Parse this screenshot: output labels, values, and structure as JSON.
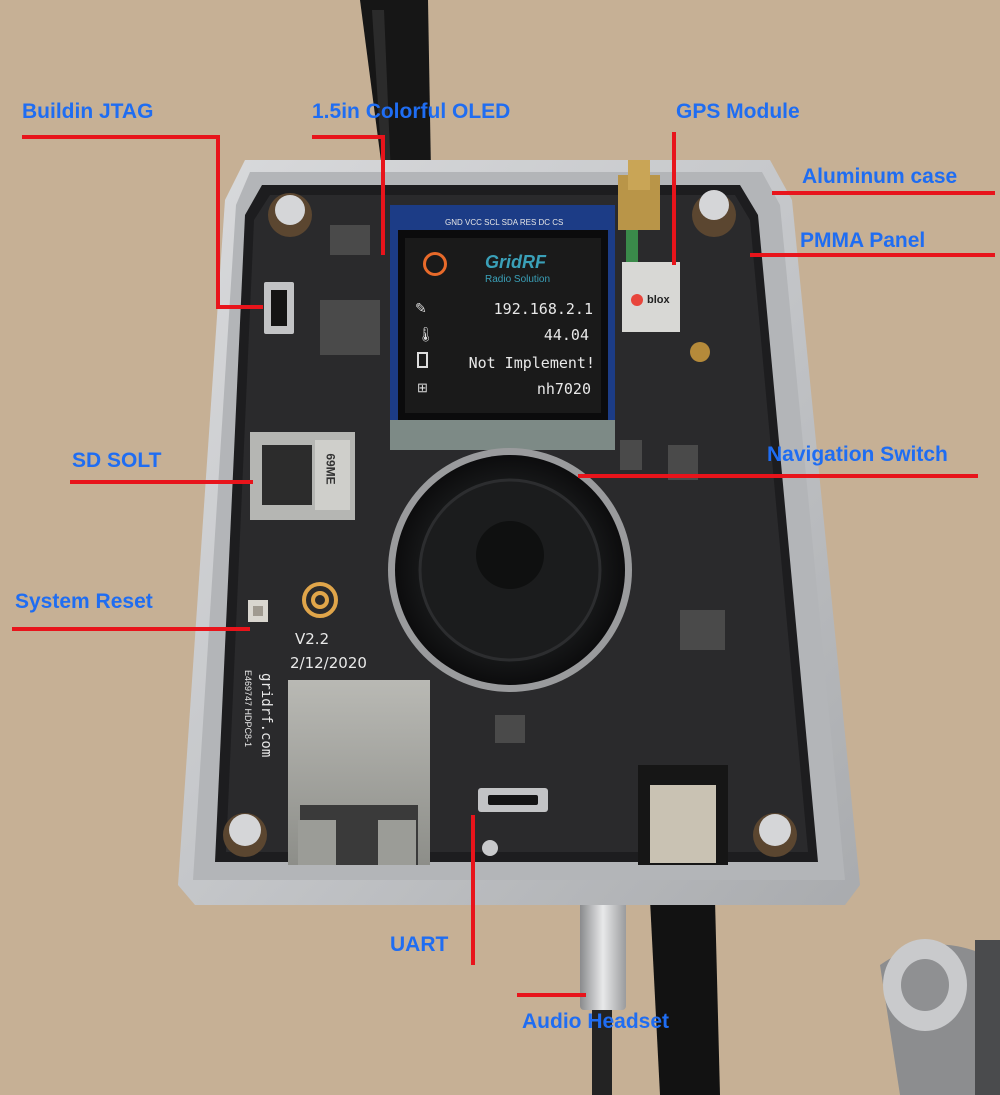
{
  "callouts": {
    "jtag": "Buildin JTAG",
    "oled": "1.5in Colorful OLED",
    "gps": "GPS Module",
    "case": "Aluminum case",
    "pmma": "PMMA Panel",
    "sd": "SD SOLT",
    "nav": "Navigation Switch",
    "reset": "System Reset",
    "uart": "UART",
    "audio": "Audio Headset"
  },
  "oled": {
    "header_pins": "GND VCC SCL SDA RES DC CS",
    "brand": "GridRF",
    "brand_sub": "Radio Solution",
    "ip": "192.168.2.1",
    "temp": "44.04",
    "status": "Not Implement!",
    "host": "nh7020"
  },
  "board": {
    "version": "V2.2",
    "date": "2/12/2020",
    "site": "gridrf.com",
    "serial": "E469747 HDPC8-1",
    "gps_brand": "blox",
    "sd_mark": "69ME"
  },
  "colors": {
    "label": "#1f6df2",
    "leader": "#e8141b",
    "oled_accent": "#e86a2a",
    "oled_teal": "#3aa0b8"
  }
}
